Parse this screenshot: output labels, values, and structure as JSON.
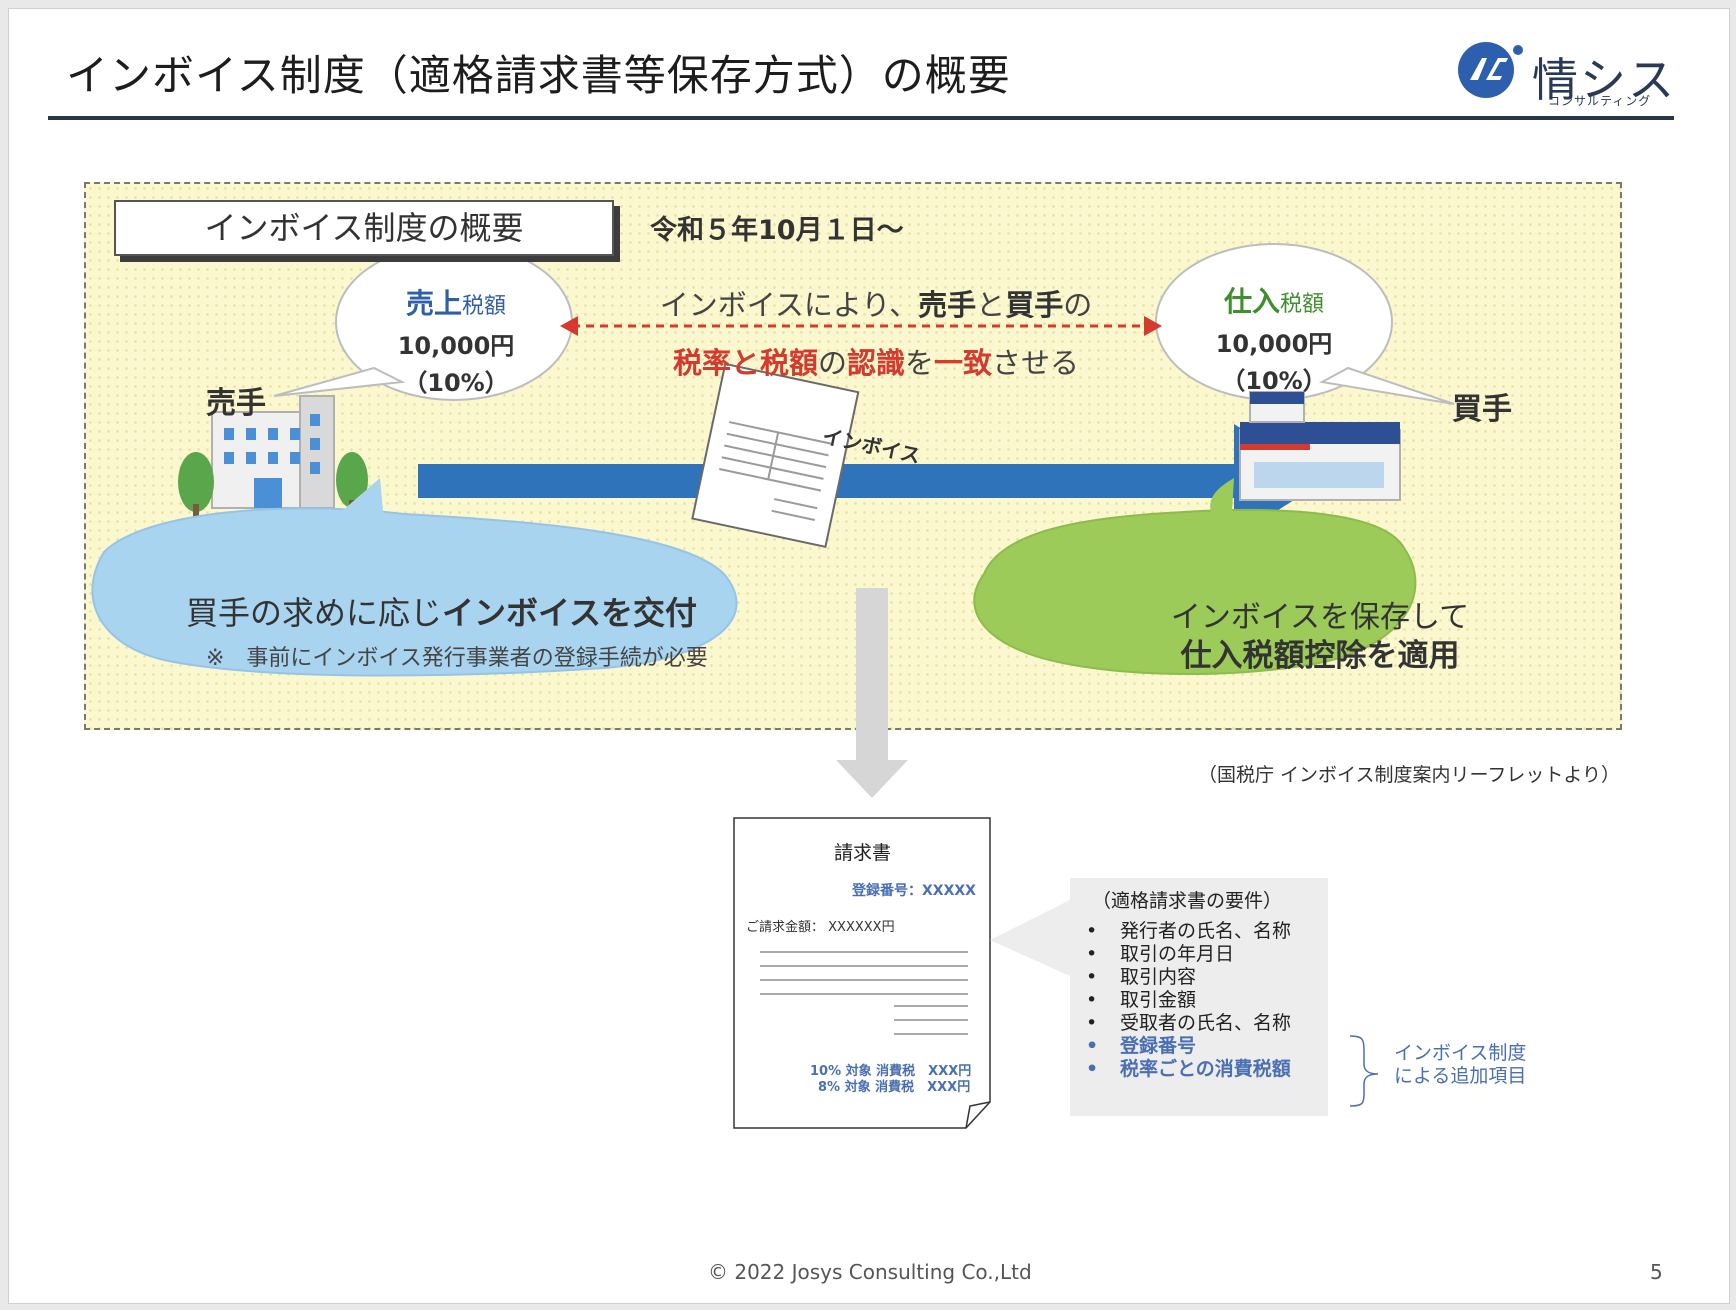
{
  "slide": {
    "title": "インボイス制度（適格請求書等保存方式）の概要",
    "logo": {
      "brand": "情シス",
      "sub": "コンサルティング"
    },
    "footer": "© 2022 Josys Consulting Co.,Ltd",
    "page_number": "5"
  },
  "overview": {
    "label": "インボイス制度の概要",
    "date": "令和５年10月１日～",
    "seller_bubble": {
      "em": "売上",
      "rest": "税額",
      "amount": "10,000円",
      "rate": "（10%）"
    },
    "buyer_bubble": {
      "em": "仕入",
      "rest": "税額",
      "amount": "10,000円",
      "rate": "（10%）"
    },
    "message": {
      "line1_prefix": "インボイスにより、",
      "seller": "売手",
      "and": "と",
      "buyer": "買手",
      "line1_suffix": "の",
      "line2_a": "税率と税額",
      "line2_b": "の",
      "line2_c": "認識",
      "line2_d": "を",
      "line2_e": "一致",
      "line2_f": "させる"
    },
    "seller_label": "売手",
    "buyer_label": "買手",
    "invoice_doc_label": "インボイス",
    "seller_cloud": {
      "prefix": "買手の求めに応じ",
      "em": "インボイスを交付",
      "note": "※　事前にインボイス発行事業者の登録手続が必要"
    },
    "buyer_cloud": {
      "line1": "インボイスを保存して",
      "line2": "仕入税額控除を適用"
    },
    "source": "（国税庁 インボイス制度案内リーフレットより）"
  },
  "invoice_sample": {
    "title": "請求書",
    "registration": "登録番号：XXXXX",
    "amount": "ご請求金額： XXXXXX円",
    "tax_10": "10% 対象 消費税　XXX円",
    "tax_8": "8% 対象 消費税　XXX円"
  },
  "requirements": {
    "title": "（適格請求書の要件）",
    "items": [
      {
        "text": "発行者の氏名、名称",
        "added": false
      },
      {
        "text": "取引の年月日",
        "added": false
      },
      {
        "text": "取引内容",
        "added": false
      },
      {
        "text": "取引金額",
        "added": false
      },
      {
        "text": "受取者の氏名、名称",
        "added": false
      },
      {
        "text": "登録番号",
        "added": true
      },
      {
        "text": "税率ごとの消費税額",
        "added": true
      }
    ],
    "added_note": [
      "インボイス制度",
      "による追加項目"
    ]
  },
  "colors": {
    "title_rule": "#2b3547",
    "accent_blue": "#4a6fb3",
    "accent_red": "#d43a2e",
    "cloud_blue": "#a9d4ef",
    "cloud_green": "#9ccb5a",
    "panel_bg": "#fbf7cf",
    "flow_arrow": "#2f73ba"
  }
}
